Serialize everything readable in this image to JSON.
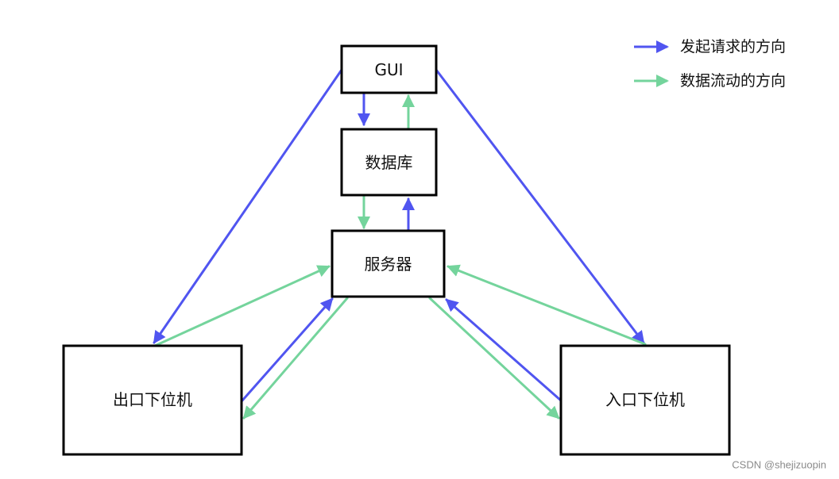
{
  "colors": {
    "request": "#5055f0",
    "flow": "#74d49c",
    "box_stroke": "#000000"
  },
  "nodes": {
    "gui": "GUI",
    "database": "数据库",
    "server": "服务器",
    "exit_controller": "出口下位机",
    "entry_controller": "入口下位机"
  },
  "legend": {
    "request": "发起请求的方向",
    "flow": "数据流动的方向"
  },
  "watermark": "CSDN @shejizuopin"
}
